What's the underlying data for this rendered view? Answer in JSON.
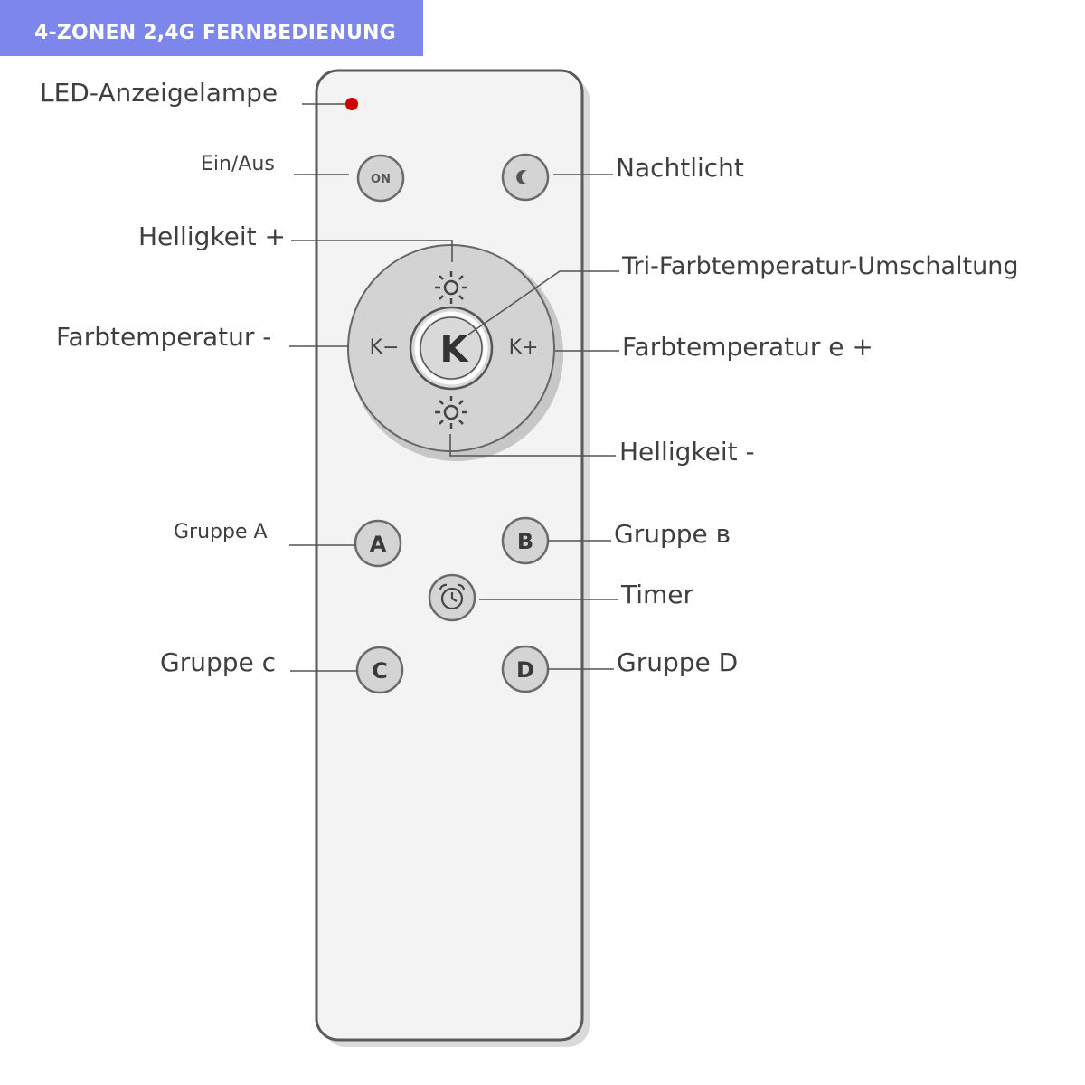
{
  "banner": {
    "title": "4-ZONEN 2,4G FERNBEDIENUNG",
    "color": "#7d86ea"
  },
  "remote": {
    "body_color": "#f3f3f3",
    "button_color": "#d4d4d4",
    "led_color": "#d20000",
    "buttons": {
      "power": "ON",
      "k_minus": "K−",
      "k_center": "K",
      "k_plus": "K+",
      "group_a": "A",
      "group_b": "B",
      "group_c": "C",
      "group_d": "D"
    },
    "icons": {
      "night": "moon-icon",
      "brightness_up": "sun-icon",
      "brightness_down": "sun-icon",
      "timer": "alarm-clock-icon"
    }
  },
  "labels": {
    "led": "LED-Anzeigelampe",
    "power": "Ein/Aus",
    "night": "Nachtlicht",
    "brightness_up": "Helligkeit +",
    "tri_color": "Tri-Farbtemperatur-Umschaltung",
    "color_temp_minus": "Farbtemperatur -",
    "color_temp_plus": "Farbtemperatur e +",
    "brightness_down": "Helligkeit -",
    "group_a": "Gruppe A",
    "group_b": "Gruppe в",
    "timer": "Timer",
    "group_c": "Gruppe c",
    "group_d": "Gruppe D"
  }
}
